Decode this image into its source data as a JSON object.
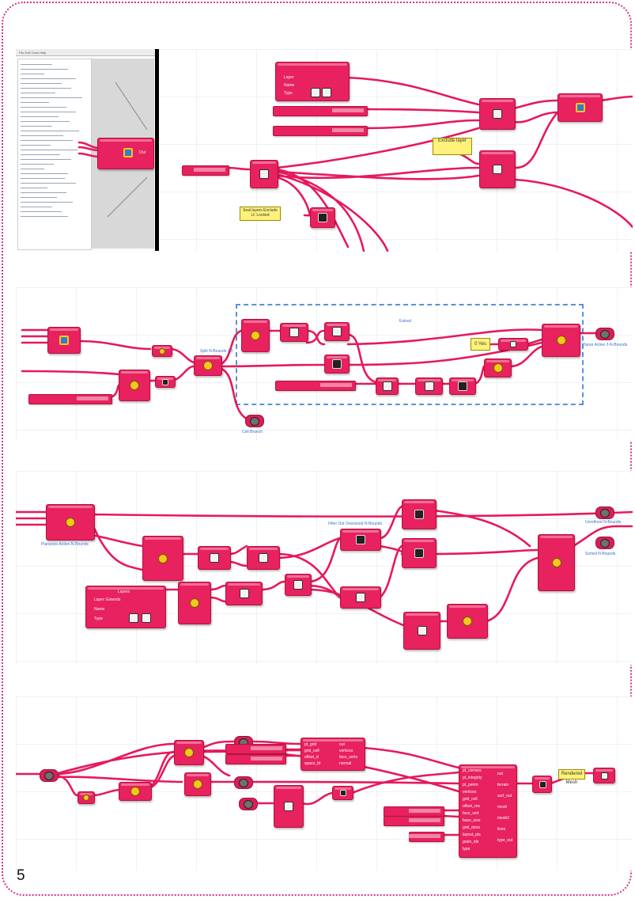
{
  "page": {
    "number": "5"
  },
  "panel1": {
    "editor_menu": "File  Edit  Tools  Help",
    "python_component": {
      "out": "Out"
    },
    "layers_component": {
      "layer": "Layer",
      "name": "Name",
      "type": "Type"
    },
    "note": "Seal layers Exclude Lt: Locked",
    "note_small": "Exclude layer"
  },
  "panel2": {
    "group_label": "Extract",
    "label_node": "Split N-Bounds 2.0",
    "label_bottom": "Cell Branch",
    "label_right": "Planar Active 2-N-Bounds",
    "note_value": "0 Yes"
  },
  "panel3": {
    "layers_component": {
      "title": "Layers",
      "layer": "Layer: Extends",
      "name": "Name",
      "type": "Type"
    },
    "label_left": "Planarize-Active-N-Bounds",
    "label_mid": "Filter Out Oversized N-Bounds",
    "label_right1": "Unrefined N-Bounds",
    "label_right2": "Sorted N-Bounds"
  },
  "panel4": {
    "mid_ports_left": [
      "pt_grid",
      "grid_cell",
      "offset_d",
      "space_bt"
    ],
    "mid_ports_right": [
      "out",
      "vertices",
      "face_verts",
      "normal"
    ],
    "big_ports_left": [
      "pt_corners",
      "pt_integrity",
      "pt_perim",
      "vertices",
      "grid_cell",
      "offset_res",
      "face_vert",
      "base_size",
      "grid_dens",
      "layout_pts",
      "grain_ids",
      "type"
    ],
    "big_ports_right": [
      "out",
      "terrain",
      "surf_out",
      "mesh",
      "mesh2",
      "lines",
      "type_out"
    ],
    "note_right": "Rendered Mesh"
  },
  "colors": {
    "component": "#e8215f",
    "wire": "#e6195c",
    "group_border": "#5a8fe0",
    "frame": "#d6338a"
  }
}
